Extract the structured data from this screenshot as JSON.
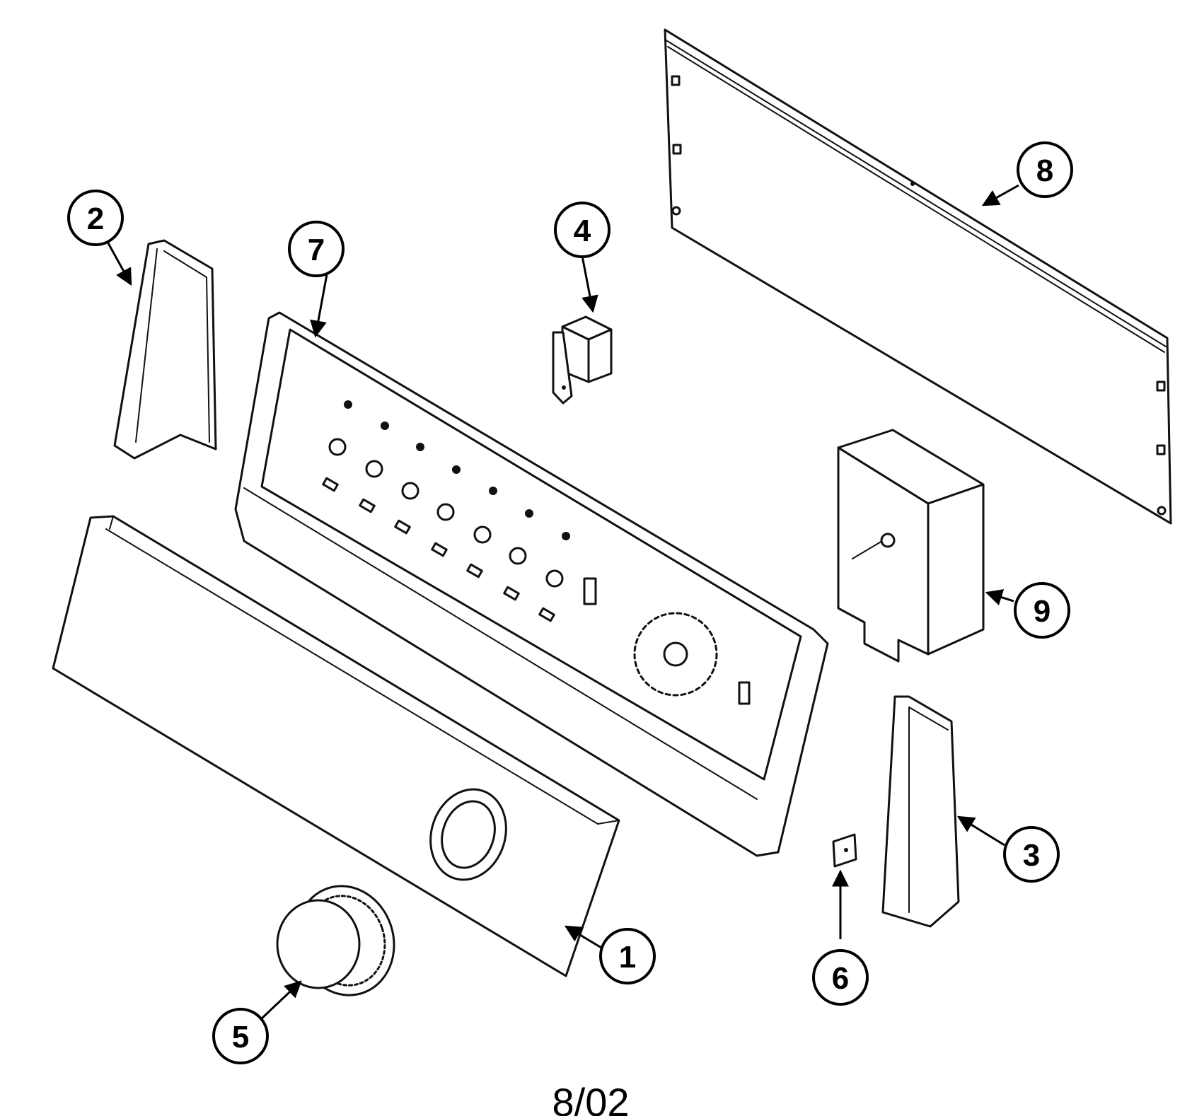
{
  "callouts": [
    {
      "id": "1",
      "label": "1"
    },
    {
      "id": "2",
      "label": "2"
    },
    {
      "id": "3",
      "label": "3"
    },
    {
      "id": "4",
      "label": "4"
    },
    {
      "id": "5",
      "label": "5"
    },
    {
      "id": "6",
      "label": "6"
    },
    {
      "id": "7",
      "label": "7"
    },
    {
      "id": "8",
      "label": "8"
    },
    {
      "id": "9",
      "label": "9"
    }
  ],
  "footer": {
    "date_code": "8/02"
  }
}
